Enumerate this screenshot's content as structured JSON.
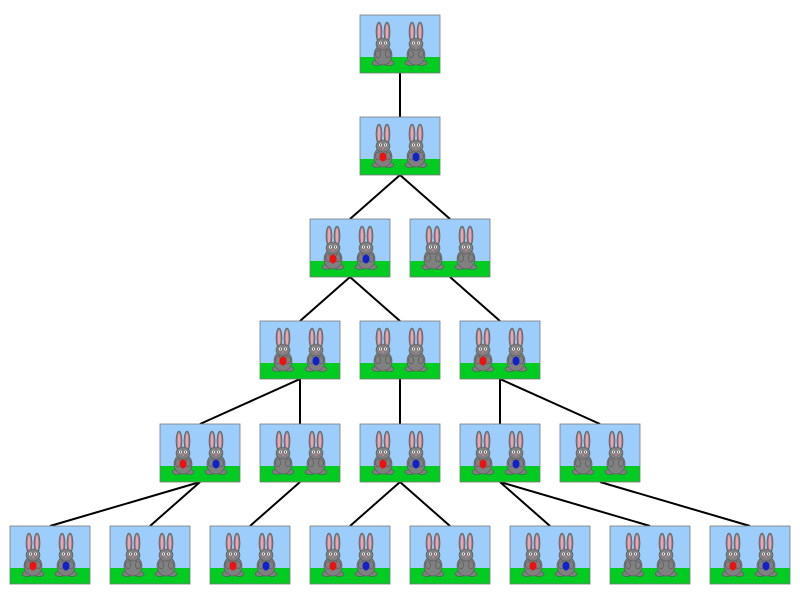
{
  "colors": {
    "sky": "#9ccdfb",
    "grass": "#00cc22",
    "fur": "#808080",
    "ear_inner": "#f4a0b0",
    "egg_red": "#ee1111",
    "egg_blue": "#1122cc",
    "edge": "#000000"
  },
  "icon": "bunny-pair-scene",
  "nodes": [
    {
      "id": "n0",
      "level": 0,
      "left_egg": "",
      "right_egg": ""
    },
    {
      "id": "n1",
      "level": 1,
      "left_egg": "red",
      "right_egg": "blue"
    },
    {
      "id": "n2",
      "level": 2,
      "left_egg": "red",
      "right_egg": "blue"
    },
    {
      "id": "n3",
      "level": 2,
      "left_egg": "",
      "right_egg": ""
    },
    {
      "id": "n4",
      "level": 3,
      "left_egg": "red",
      "right_egg": "blue"
    },
    {
      "id": "n5",
      "level": 3,
      "left_egg": "",
      "right_egg": ""
    },
    {
      "id": "n6",
      "level": 3,
      "left_egg": "red",
      "right_egg": "blue"
    },
    {
      "id": "n7",
      "level": 4,
      "left_egg": "red",
      "right_egg": "blue"
    },
    {
      "id": "n8",
      "level": 4,
      "left_egg": "",
      "right_egg": ""
    },
    {
      "id": "n9",
      "level": 4,
      "left_egg": "red",
      "right_egg": "blue"
    },
    {
      "id": "n10",
      "level": 4,
      "left_egg": "red",
      "right_egg": "blue"
    },
    {
      "id": "n11",
      "level": 4,
      "left_egg": "",
      "right_egg": ""
    },
    {
      "id": "n12",
      "level": 5,
      "left_egg": "red",
      "right_egg": "blue"
    },
    {
      "id": "n13",
      "level": 5,
      "left_egg": "",
      "right_egg": ""
    },
    {
      "id": "n14",
      "level": 5,
      "left_egg": "red",
      "right_egg": "blue"
    },
    {
      "id": "n15",
      "level": 5,
      "left_egg": "red",
      "right_egg": "blue"
    },
    {
      "id": "n16",
      "level": 5,
      "left_egg": "",
      "right_egg": ""
    },
    {
      "id": "n17",
      "level": 5,
      "left_egg": "red",
      "right_egg": "blue"
    },
    {
      "id": "n18",
      "level": 5,
      "left_egg": "",
      "right_egg": ""
    },
    {
      "id": "n19",
      "level": 5,
      "left_egg": "red",
      "right_egg": "blue"
    }
  ],
  "edges": [
    [
      "n0",
      "n1"
    ],
    [
      "n1",
      "n2"
    ],
    [
      "n1",
      "n3"
    ],
    [
      "n2",
      "n4"
    ],
    [
      "n2",
      "n5"
    ],
    [
      "n3",
      "n6"
    ],
    [
      "n4",
      "n7"
    ],
    [
      "n4",
      "n8"
    ],
    [
      "n5",
      "n9"
    ],
    [
      "n6",
      "n10"
    ],
    [
      "n6",
      "n11"
    ],
    [
      "n7",
      "n12"
    ],
    [
      "n7",
      "n13"
    ],
    [
      "n8",
      "n14"
    ],
    [
      "n9",
      "n15"
    ],
    [
      "n9",
      "n16"
    ],
    [
      "n10",
      "n17"
    ],
    [
      "n10",
      "n18"
    ],
    [
      "n11",
      "n19"
    ]
  ]
}
